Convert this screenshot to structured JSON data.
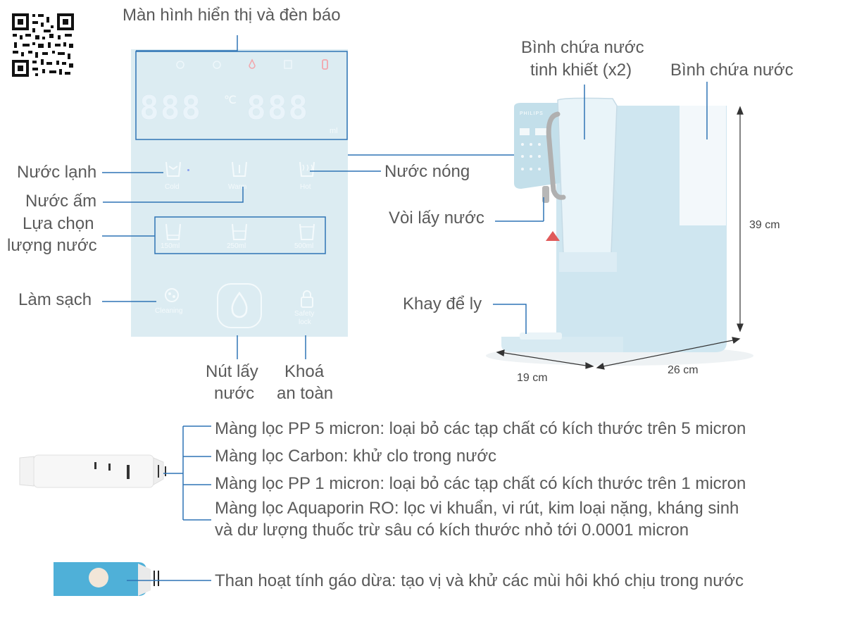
{
  "panel": {
    "display_digits_left": "888",
    "display_digits_right": "888",
    "unit_c": "℃",
    "unit_ml": "ml",
    "btn_cold": "Cold",
    "btn_warm": "Warm",
    "btn_hot": "Hot",
    "vol_150": "150ml",
    "vol_250": "250ml",
    "vol_500": "500ml",
    "btn_cleaning": "Cleaning",
    "btn_safety_line1": "Safety",
    "btn_safety_line2": "lock"
  },
  "labels": {
    "display": "Màn hình hiển thị và đèn báo",
    "cold": "Nước lạnh",
    "warm": "Nước ấm",
    "volume_line1": "Lựa chọn",
    "volume_line2": "lượng nước",
    "cleaning": "Làm sạch",
    "hot": "Nước nóng",
    "dispense_line1": "Nút lấy",
    "dispense_line2": "nước",
    "lock_line1": "Khoá",
    "lock_line2": "an toàn",
    "pure_tank_line1": "Bình chứa nước",
    "pure_tank_line2": "tinh khiết (x2)",
    "tank": "Bình chứa nước",
    "faucet": "Vòi lấy nước",
    "tray": "Khay để ly",
    "brand": "PHILIPS"
  },
  "dimensions": {
    "height": "39 cm",
    "depth": "19 cm",
    "width": "26 cm"
  },
  "filters": {
    "pp5": "Màng lọc PP 5 micron: loại bỏ các tạp chất có kích thước trên 5 micron",
    "carbon": "Màng lọc Carbon: khử clo trong nước",
    "pp1": "Màng lọc PP 1 micron: loại bỏ các tạp chất có kích thước trên 1 micron",
    "ro_line1": "Màng lọc Aquaporin RO: lọc vi khuẩn, vi rút, kim loại nặng, kháng sinh",
    "ro_line2": "và dư lượng thuốc trừ sâu có kích thước nhỏ tới 0.0001 micron",
    "coconut": "Than hoạt tính gáo dừa: tạo vị và khử các mùi hôi khó chịu trong nước"
  },
  "colors": {
    "leader_line": "#2f74b5",
    "panel_bg": "#dcecf2",
    "device_body": "#cfe6f0"
  }
}
